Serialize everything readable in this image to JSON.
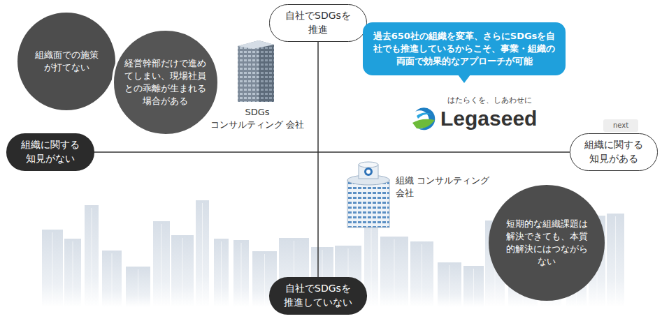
{
  "diagram": {
    "nodes": [
      {
        "text": [
          "組織面での施策が打てない"
        ]
      },
      {
        "text": [
          "自社でSDGsを推進"
        ]
      },
      {
        "text": [
          "過去650社の組織を変革、さらにSDGsを自社でも推進しているからこそ、事業・組織の両面で効果的なアプローチが可能"
        ]
      },
      {
        "text": [
          "経営幹部だけで進めてしまい、現場社員との乖離が生まれる場合がある"
        ]
      },
      {
        "text": [
          "next"
        ]
      },
      {
        "text": [
          "組織に関する知見がない"
        ]
      },
      {
        "text": [
          "組織に関する知見がある"
        ]
      },
      {
        "text": [
          "短期的な組織課題は解決できても、本質的解決にはつながらない"
        ]
      },
      {
        "text": [
          "自社でSDGsを推進していない"
        ]
      }
    ],
    "edges": [
      {
        "from": 1,
        "to": 8,
        "arrow": "none"
      },
      {
        "from": 5,
        "to": 6,
        "arrow": "none"
      }
    ],
    "labels": [
      "はたらくを、しあわせに",
      "Legaseed",
      "SDGs コンサルティング 会社",
      "組織 コンサルティング 会社"
    ]
  }
}
